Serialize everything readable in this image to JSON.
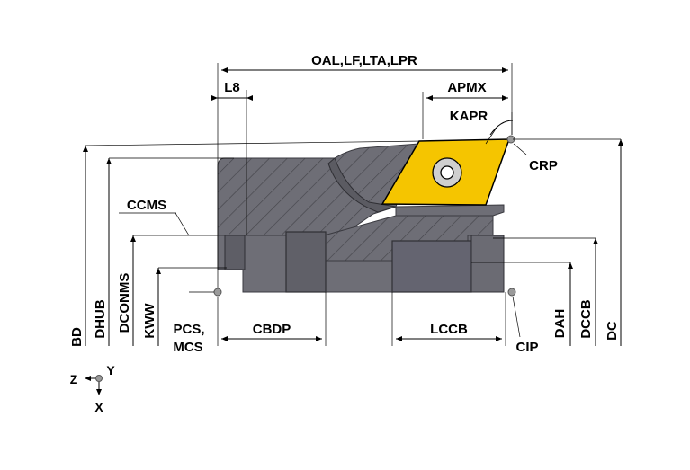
{
  "labels": {
    "oal": "OAL,LF,LTA,LPR",
    "l8": "L8",
    "apmx": "APMX",
    "kapr": "KAPR",
    "crp": "CRP",
    "ccms": "CCMS",
    "bd": "BD",
    "dhub": "DHUB",
    "dconms": "DCONMS",
    "kww": "KWW",
    "pcs": "PCS,",
    "mcs": "MCS",
    "cbdp": "CBDP",
    "lccb": "LCCB",
    "cip": "CIP",
    "dah": "DAH",
    "dccb": "DCCB",
    "dc": "DC"
  },
  "axes": {
    "z": "Z",
    "y": "Y",
    "x": "X"
  },
  "colors": {
    "body": "#6e6e76",
    "body_dark": "#55555c",
    "insert": "#f5c500",
    "insert_edge": "#000000",
    "screw": "#d9d9d9"
  }
}
